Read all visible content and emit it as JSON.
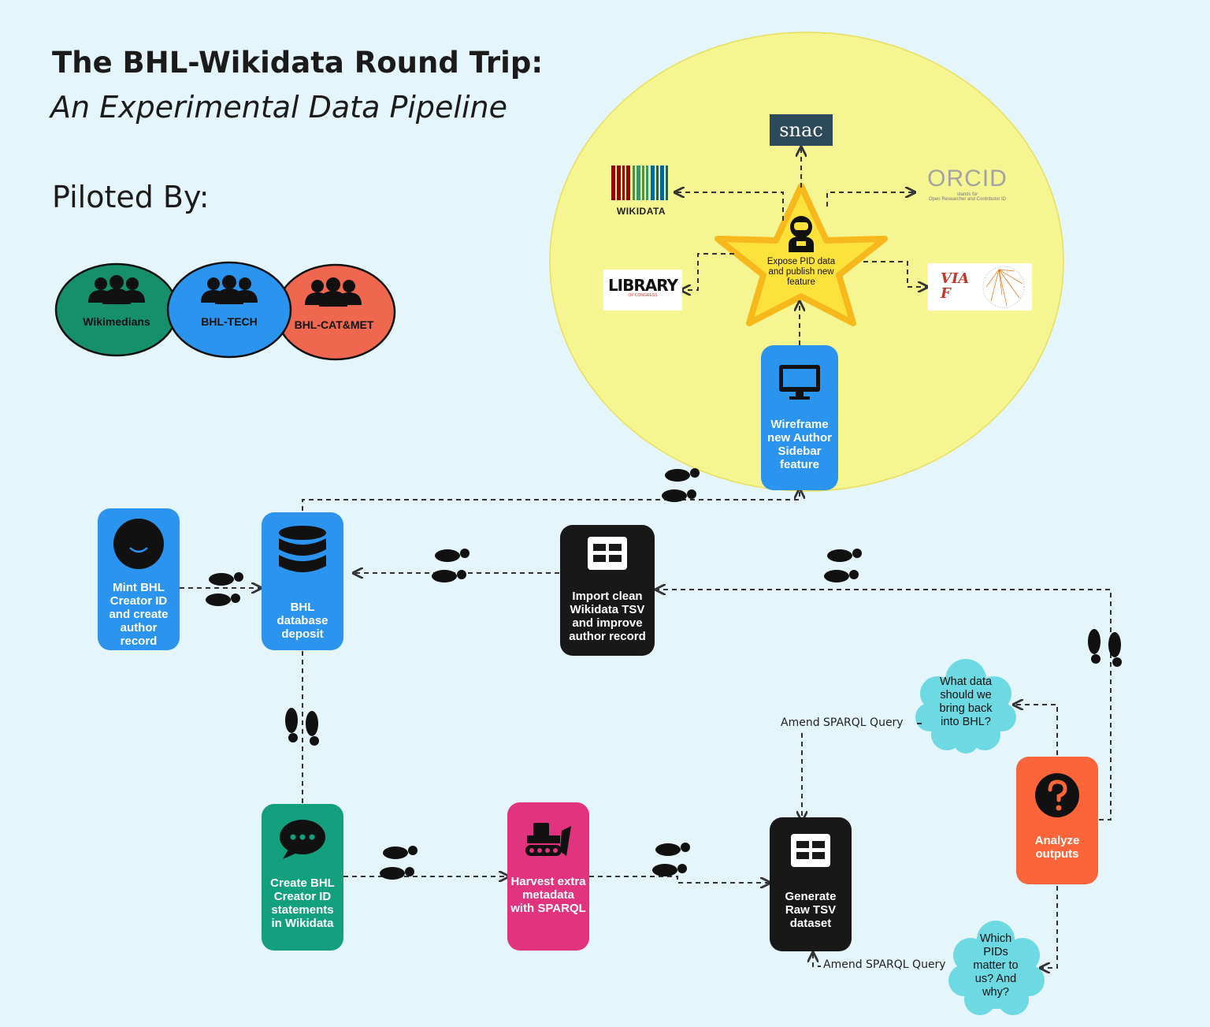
{
  "header": {
    "title": "The BHL-Wikidata Round Trip:",
    "subtitle": "An Experimental Data Pipeline",
    "piloted_by": "Piloted By:"
  },
  "teams": [
    {
      "label": "Wikimedians",
      "color": "#16906b"
    },
    {
      "label": "BHL-TECH",
      "color": "#2b94ef"
    },
    {
      "label": "BHL-CAT&MET",
      "color": "#f0674f"
    }
  ],
  "nodes": {
    "mint": {
      "label": "Mint BHL Creator ID and create author record",
      "color": "#2b94ef",
      "icon": "user-circle-icon"
    },
    "deposit": {
      "label": "BHL database deposit",
      "color": "#2b94ef",
      "icon": "database-icon"
    },
    "import": {
      "label": "Import clean Wikidata TSV and improve author record",
      "color": "#181818",
      "icon": "table-icon"
    },
    "wireframe": {
      "label": "Wireframe new Author Sidebar feature",
      "color": "#2b94ef",
      "icon": "monitor-icon"
    },
    "create": {
      "label": "Create BHL Creator ID statements in Wikidata",
      "color": "#13a07f",
      "icon": "speech-bubble-icon"
    },
    "harvest": {
      "label": "Harvest extra metadata with SPARQL",
      "color": "#e2337f",
      "icon": "bulldozer-icon"
    },
    "generate": {
      "label": "Generate Raw TSV dataset",
      "color": "#181818",
      "icon": "table-icon"
    },
    "analyze": {
      "label": "Analyze outputs",
      "color": "#fb6539",
      "icon": "question-icon"
    }
  },
  "star": {
    "label": "Expose PID data and publish new feature",
    "color": "#fce23a"
  },
  "clouds": {
    "what_data": "What data should we bring back into BHL?",
    "which_pids": "Which PIDs matter to us? And why?"
  },
  "edge_labels": {
    "amend_top": "Amend SPARQL Query",
    "amend_bottom": "Amend SPARQL Query"
  },
  "logos": {
    "snac": "snac",
    "wikidata": "WIKIDATA",
    "orcid": "ORCID",
    "orcid_tagline": "stands for",
    "orcid_full": "Open Researcher and Contributor ID",
    "library": "LIBRARY",
    "library_sub": "OF CONGRESS",
    "viaf": "VIAF"
  },
  "colors": {
    "background": "#e4f5fb",
    "spotlight": "#f5f592",
    "cloud": "#6cd9e3"
  }
}
